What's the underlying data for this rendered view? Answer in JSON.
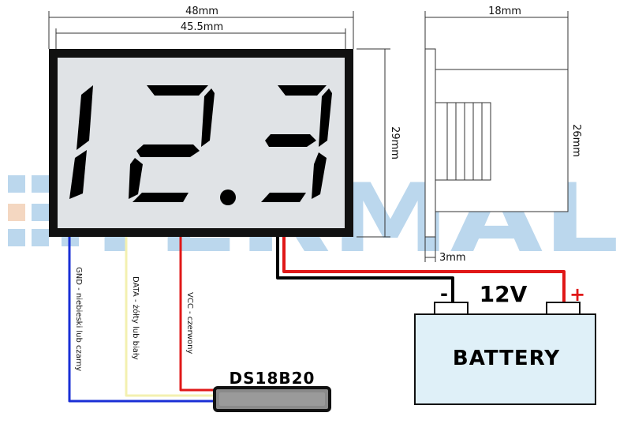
{
  "watermark": {
    "text": "TERMAL",
    "color": "#6aa8d8"
  },
  "dimensions": {
    "outer_width": "48mm",
    "display_width": "45.5mm",
    "height": "29mm",
    "depth": "18mm",
    "body_height": "26mm",
    "flange": "3mm"
  },
  "display": {
    "digits": [
      "1",
      "2",
      "3"
    ],
    "decimal_after_index": 1,
    "bezel_color": "#111111",
    "lcd_color": "#e0e3e6"
  },
  "wires": {
    "gnd": {
      "label": "GND - niebieski lub czarny",
      "color": "#1a2fd6"
    },
    "data": {
      "label": "DATA - żółty lub biały",
      "color": "#f3f0b0"
    },
    "vcc": {
      "label": "VCC - czerwony",
      "color": "#e01818"
    }
  },
  "sensor": {
    "label": "DS18B20"
  },
  "battery": {
    "voltage": "12V",
    "label": "BATTERY",
    "minus": "-",
    "plus": "+",
    "fill": "#dff0f8",
    "plus_color": "#e01818"
  },
  "power_wires": {
    "positive_color": "#e01818",
    "negative_color": "#000000"
  }
}
